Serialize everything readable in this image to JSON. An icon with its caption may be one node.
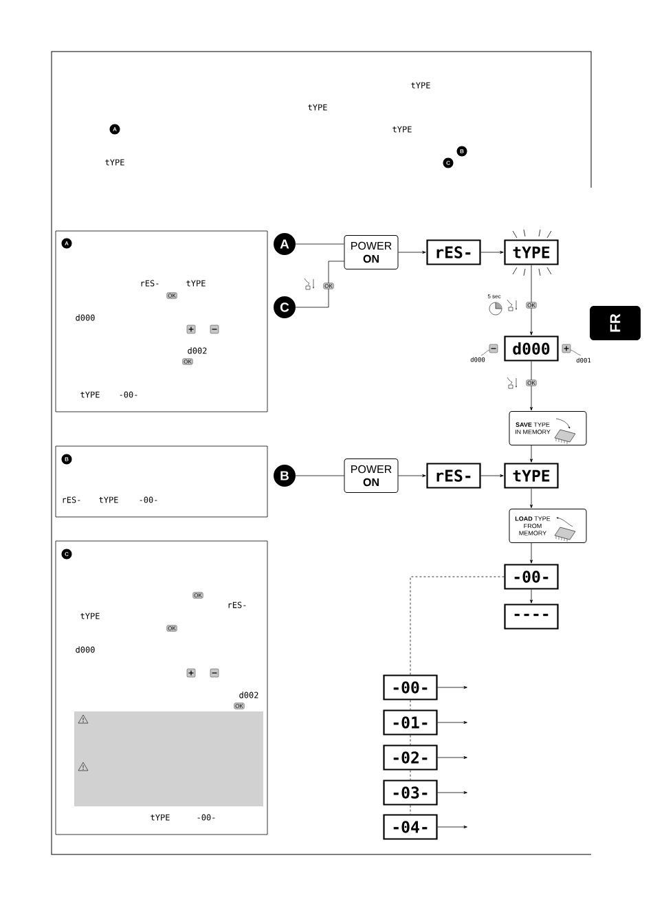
{
  "diagram": {
    "nodes": [
      {
        "text": [
          "A"
        ]
      },
      {
        "text": [
          "POWER **ON**"
        ]
      },
      {
        "text": [
          "rES-"
        ]
      },
      {
        "text": [
          "tYPE"
        ]
      },
      {
        "text": [
          "C"
        ]
      },
      {
        "text": [
          "d000"
        ],
        "beside": [
          "d000",
          "d001"
        ]
      },
      {
        "text": [
          "**SAVE** TYPE IN MEMORY"
        ]
      },
      {
        "text": [
          "B"
        ]
      },
      {
        "text": [
          "POWER **ON**"
        ]
      },
      {
        "text": [
          "rES-"
        ]
      },
      {
        "text": [
          "tYPE"
        ]
      },
      {
        "text": [
          "**LOAD** TYPE FROM MEMORY"
        ]
      },
      {
        "text": [
          "-00-"
        ]
      },
      {
        "text": [
          "----"
        ]
      },
      {
        "text": [
          "-00-"
        ]
      },
      {
        "text": [
          "-01-"
        ]
      },
      {
        "text": [
          "-02-"
        ]
      },
      {
        "text": [
          "-03-"
        ]
      },
      {
        "text": [
          "-04-"
        ]
      },
      {
        "text": [
          "A",
          "rES-",
          "tYPE",
          "OK",
          "d000",
          "d002",
          "OK",
          "tYPE",
          "-00-"
        ]
      },
      {
        "text": [
          "B",
          "rES-",
          "tYPE",
          "-00-"
        ]
      },
      {
        "text": [
          "C",
          "OK",
          "rES-",
          "tYPE",
          "OK",
          "d000",
          "d002",
          "OK",
          "tYPE",
          "-00-"
        ]
      }
    ],
    "edges": [
      {
        "from": 0,
        "to": 1,
        "arrow": "none"
      },
      {
        "from": 4,
        "to": 1,
        "arrow": "none",
        "label": "OK"
      },
      {
        "from": 1,
        "to": 2,
        "arrow": "to"
      },
      {
        "from": 2,
        "to": 3,
        "arrow": "to"
      },
      {
        "from": 3,
        "to": 5,
        "arrow": "to",
        "label": "OK"
      },
      {
        "from": 5,
        "to": 6,
        "arrow": "to",
        "label": "OK"
      },
      {
        "from": 6,
        "to": 10,
        "arrow": "to"
      },
      {
        "from": 7,
        "to": 8,
        "arrow": "none"
      },
      {
        "from": 8,
        "to": 9,
        "arrow": "to"
      },
      {
        "from": 9,
        "to": 10,
        "arrow": "to"
      },
      {
        "from": 10,
        "to": 11,
        "arrow": "to"
      },
      {
        "from": 11,
        "to": 12,
        "arrow": "to"
      },
      {
        "from": 12,
        "to": 13,
        "arrow": "to"
      },
      {
        "from": 12,
        "to": 14,
        "arrow": "none",
        "style": "dashed"
      },
      {
        "from": 14,
        "to": 15,
        "arrow": "none",
        "style": "dashed"
      },
      {
        "from": 15,
        "to": 16,
        "arrow": "none",
        "style": "dashed"
      },
      {
        "from": 16,
        "to": 17,
        "arrow": "none",
        "style": "dashed"
      },
      {
        "from": 17,
        "to": 18,
        "arrow": "none",
        "style": "dashed"
      },
      {
        "from": 14,
        "to": null,
        "arrow": "to"
      },
      {
        "from": 15,
        "to": null,
        "arrow": "to"
      },
      {
        "from": 16,
        "to": null,
        "arrow": "to"
      },
      {
        "from": 17,
        "to": null,
        "arrow": "to"
      },
      {
        "from": 18,
        "to": null,
        "arrow": "to"
      }
    ],
    "labels": [
      "tYPE",
      "tYPE",
      "A",
      "tYPE",
      "B",
      "tYPE",
      "C",
      "5 sec",
      "FR"
    ]
  }
}
